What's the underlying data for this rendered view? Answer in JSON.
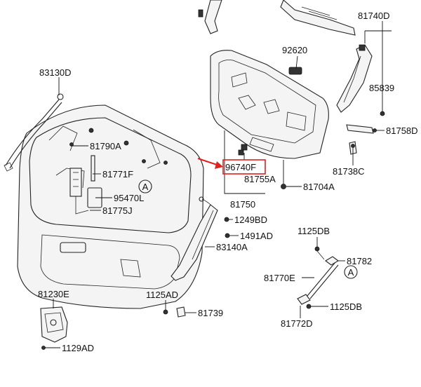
{
  "labels": {
    "p83130D": "83130D",
    "p81740D": "81740D",
    "p92620": "92620",
    "p85839": "85839",
    "p81758D": "81758D",
    "p81790A": "81790A",
    "p81771F": "81771F",
    "p95470L": "95470L",
    "p81775J": "81775J",
    "p96740F": "96740F",
    "p81755A": "81755A",
    "p81704A": "81704A",
    "p81738C": "81738C",
    "p81750": "81750",
    "p1249BD": "1249BD",
    "p1491AD": "1491AD",
    "p83140A": "83140A",
    "p1125DB_top": "1125DB",
    "p81782": "81782",
    "p81770E": "81770E",
    "p1125DB_bot": "1125DB",
    "p81772D": "81772D",
    "p81230E": "81230E",
    "p1125AD": "1125AD",
    "p81739": "81739",
    "p1129AD": "1129AD",
    "refA_1": "A",
    "refA_2": "A"
  },
  "highlight": {
    "part": "96740F",
    "color": "#e0201c"
  }
}
